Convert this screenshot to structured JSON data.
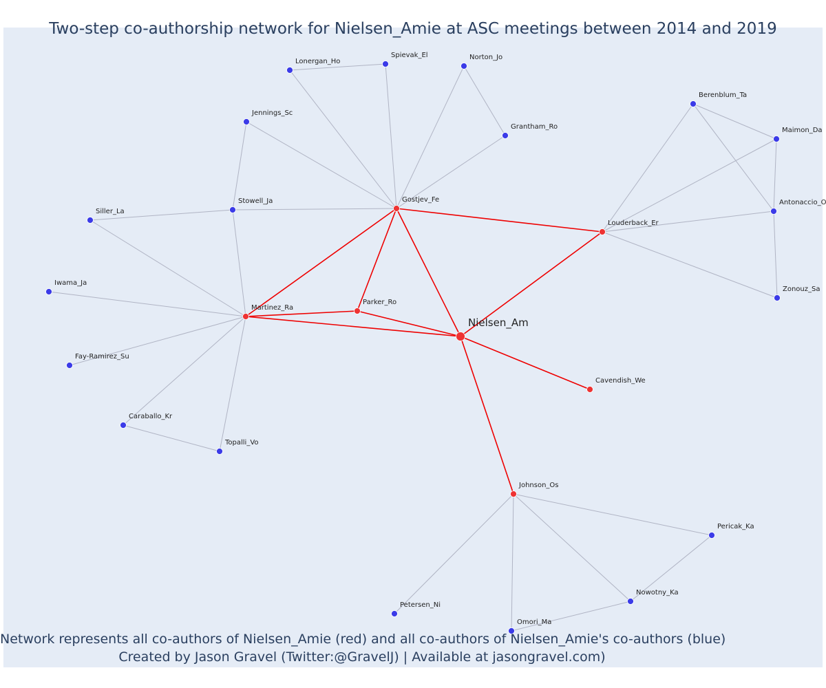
{
  "title": "Two-step co-authorship network for Nielsen_Amie at ASC meetings between 2014 and 2019",
  "caption": {
    "line1": "Network represents all co-authors of Nielsen_Amie (red) and all co-authors of Nielsen_Amie's co-authors (blue)",
    "line2": "Created by Jason Gravel (Twitter:@GravelJ) | Available at jasongravel.com)"
  },
  "colors": {
    "background": "#e5ecf6",
    "text": "#2a3f5f",
    "red_node": "#ee3333",
    "blue_node": "#3b3be8",
    "red_edge": "#ee0000",
    "gray_edge": "#b0b4c4"
  },
  "nodes": [
    {
      "id": "Nielsen_Am",
      "group": "focal"
    },
    {
      "id": "Gostjev_Fe",
      "group": "coauthor"
    },
    {
      "id": "Louderback_Er",
      "group": "coauthor"
    },
    {
      "id": "Martinez_Ra",
      "group": "coauthor"
    },
    {
      "id": "Parker_Ro",
      "group": "coauthor"
    },
    {
      "id": "Cavendish_We",
      "group": "coauthor"
    },
    {
      "id": "Johnson_Os",
      "group": "coauthor"
    },
    {
      "id": "Lonergan_Ho",
      "group": "second"
    },
    {
      "id": "Spievak_El",
      "group": "second"
    },
    {
      "id": "Norton_Jo",
      "group": "second"
    },
    {
      "id": "Grantham_Ro",
      "group": "second"
    },
    {
      "id": "Jennings_Sc",
      "group": "second"
    },
    {
      "id": "Stowell_Ja",
      "group": "second"
    },
    {
      "id": "Siller_La",
      "group": "second"
    },
    {
      "id": "Iwama_Ja",
      "group": "second"
    },
    {
      "id": "Fay-Ramirez_Su",
      "group": "second"
    },
    {
      "id": "Caraballo_Kr",
      "group": "second"
    },
    {
      "id": "Topalli_Vo",
      "group": "second"
    },
    {
      "id": "Berenblum_Ta",
      "group": "second"
    },
    {
      "id": "Maimon_Da",
      "group": "second"
    },
    {
      "id": "Antonaccio_O",
      "group": "second"
    },
    {
      "id": "Zonouz_Sa",
      "group": "second"
    },
    {
      "id": "Pericak_Ka",
      "group": "second"
    },
    {
      "id": "Nowotny_Ka",
      "group": "second"
    },
    {
      "id": "Omori_Ma",
      "group": "second"
    },
    {
      "id": "Petersen_Ni",
      "group": "second"
    }
  ],
  "edges": [
    [
      "Nielsen_Am",
      "Gostjev_Fe",
      "red"
    ],
    [
      "Nielsen_Am",
      "Louderback_Er",
      "red"
    ],
    [
      "Nielsen_Am",
      "Martinez_Ra",
      "red"
    ],
    [
      "Nielsen_Am",
      "Parker_Ro",
      "red"
    ],
    [
      "Nielsen_Am",
      "Cavendish_We",
      "red"
    ],
    [
      "Nielsen_Am",
      "Johnson_Os",
      "red"
    ],
    [
      "Gostjev_Fe",
      "Louderback_Er",
      "red"
    ],
    [
      "Gostjev_Fe",
      "Martinez_Ra",
      "red"
    ],
    [
      "Gostjev_Fe",
      "Parker_Ro",
      "red"
    ],
    [
      "Martinez_Ra",
      "Parker_Ro",
      "red"
    ],
    [
      "Lonergan_Ho",
      "Spievak_El",
      "gray"
    ],
    [
      "Lonergan_Ho",
      "Gostjev_Fe",
      "gray"
    ],
    [
      "Spievak_El",
      "Gostjev_Fe",
      "gray"
    ],
    [
      "Norton_Jo",
      "Gostjev_Fe",
      "gray"
    ],
    [
      "Norton_Jo",
      "Grantham_Ro",
      "gray"
    ],
    [
      "Grantham_Ro",
      "Gostjev_Fe",
      "gray"
    ],
    [
      "Jennings_Sc",
      "Gostjev_Fe",
      "gray"
    ],
    [
      "Jennings_Sc",
      "Stowell_Ja",
      "gray"
    ],
    [
      "Stowell_Ja",
      "Gostjev_Fe",
      "gray"
    ],
    [
      "Stowell_Ja",
      "Siller_La",
      "gray"
    ],
    [
      "Stowell_Ja",
      "Martinez_Ra",
      "gray"
    ],
    [
      "Siller_La",
      "Martinez_Ra",
      "gray"
    ],
    [
      "Iwama_Ja",
      "Martinez_Ra",
      "gray"
    ],
    [
      "Fay-Ramirez_Su",
      "Martinez_Ra",
      "gray"
    ],
    [
      "Caraballo_Kr",
      "Martinez_Ra",
      "gray"
    ],
    [
      "Caraballo_Kr",
      "Topalli_Vo",
      "gray"
    ],
    [
      "Topalli_Vo",
      "Martinez_Ra",
      "gray"
    ],
    [
      "Berenblum_Ta",
      "Maimon_Da",
      "gray"
    ],
    [
      "Berenblum_Ta",
      "Antonaccio_O",
      "gray"
    ],
    [
      "Berenblum_Ta",
      "Louderback_Er",
      "gray"
    ],
    [
      "Maimon_Da",
      "Antonaccio_O",
      "gray"
    ],
    [
      "Maimon_Da",
      "Louderback_Er",
      "gray"
    ],
    [
      "Antonaccio_O",
      "Louderback_Er",
      "gray"
    ],
    [
      "Antonaccio_O",
      "Zonouz_Sa",
      "gray"
    ],
    [
      "Zonouz_Sa",
      "Louderback_Er",
      "gray"
    ],
    [
      "Johnson_Os",
      "Pericak_Ka",
      "gray"
    ],
    [
      "Johnson_Os",
      "Nowotny_Ka",
      "gray"
    ],
    [
      "Johnson_Os",
      "Omori_Ma",
      "gray"
    ],
    [
      "Johnson_Os",
      "Petersen_Ni",
      "gray"
    ],
    [
      "Pericak_Ka",
      "Nowotny_Ka",
      "gray"
    ],
    [
      "Nowotny_Ka",
      "Omori_Ma",
      "gray"
    ]
  ]
}
